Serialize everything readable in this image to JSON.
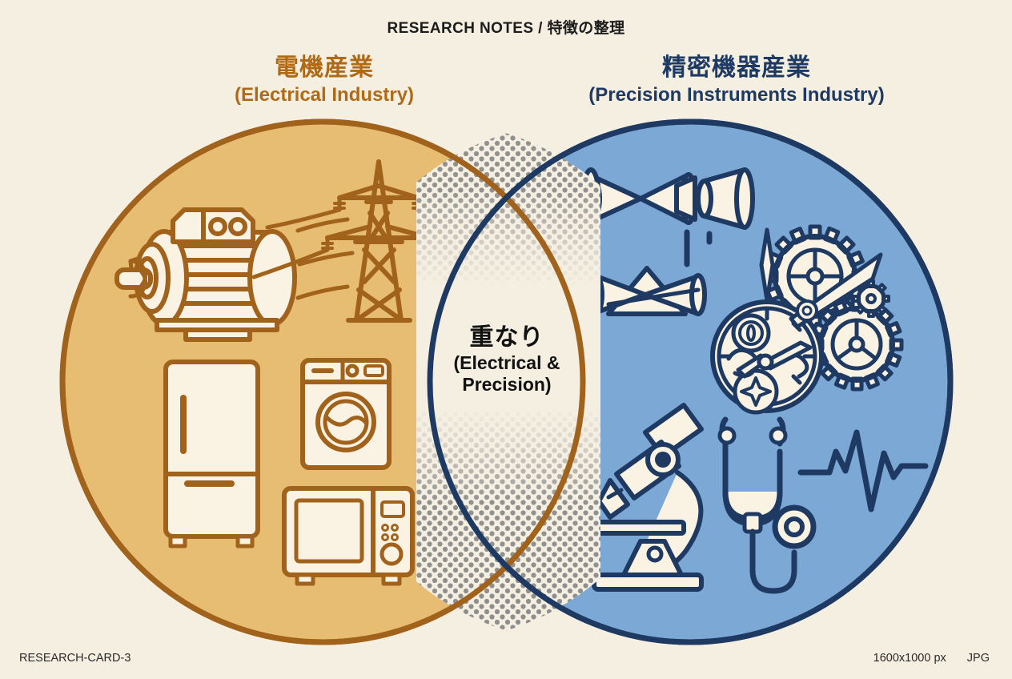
{
  "header": {
    "title": "RESEARCH NOTES / 特徴の整理"
  },
  "venn": {
    "left": {
      "title_jp": "電機産業",
      "title_en": "(Electrical Industry)",
      "fill_color": "#E6BD72",
      "stroke_color": "#A1621B",
      "icon_color": "#A1621B",
      "icon_fill": "#FAF3E4",
      "icons": [
        "electric-motor-icon",
        "power-transmission-tower-icon",
        "refrigerator-icon",
        "washing-machine-icon",
        "microwave-oven-icon"
      ]
    },
    "right": {
      "title_jp": "精密機器産業",
      "title_en": "(Precision Instruments Industry)",
      "fill_color": "#7CA8D6",
      "stroke_color": "#1E3A63",
      "icon_color": "#1E3A63",
      "icon_fill": "#FAF3E4",
      "icons": [
        "optical-lens-assembly-icon",
        "prism-optics-icon",
        "watch-movement-icon",
        "gears-icon",
        "microscope-icon",
        "stethoscope-icon",
        "ecg-heartbeat-icon"
      ]
    },
    "overlap": {
      "title_jp": "重なり",
      "title_en_line1": "(Electrical &",
      "title_en_line2": "Precision)",
      "fill_color": "#F5EFE2",
      "dot_color": "#8C8C8C"
    }
  },
  "footer": {
    "left_label": "RESEARCH-CARD-3",
    "dimensions": "1600x1000 px",
    "format": "JPG"
  },
  "colors": {
    "background": "#F5EFE2",
    "amber": "#E6BD72",
    "brown": "#A1621B",
    "blue": "#7CA8D6",
    "navy": "#1E3A63",
    "cream": "#FAF3E4",
    "text_dark": "#111111"
  }
}
